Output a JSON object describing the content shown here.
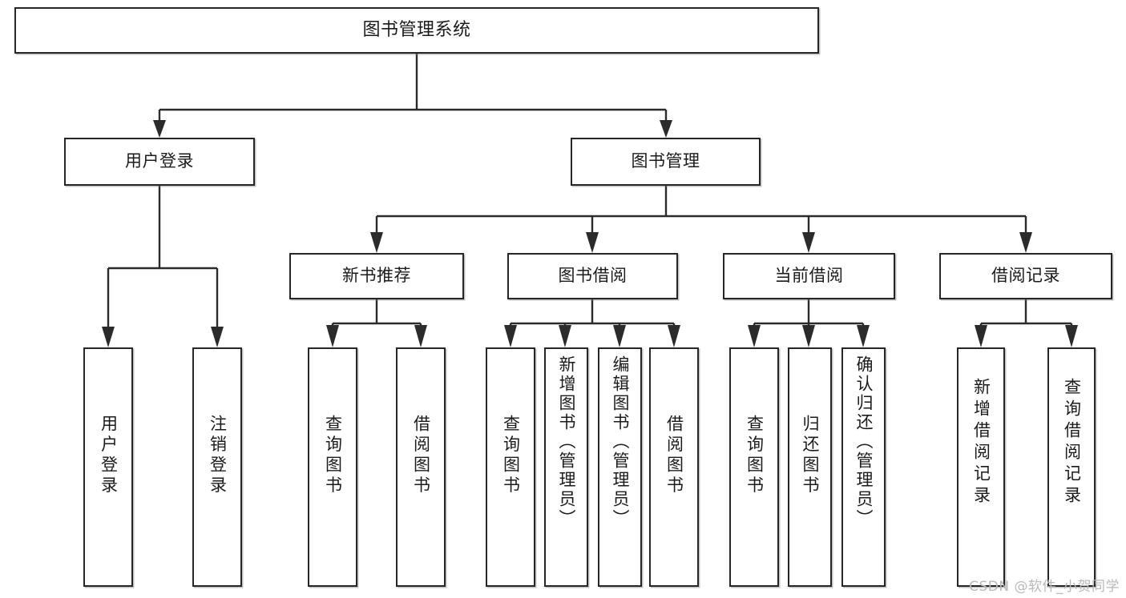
{
  "diagram": {
    "kind": "functional-structure-tree",
    "title": "图书管理系统",
    "watermark": "CSDN @软件_小贺同学",
    "nodes": {
      "root": {
        "label": "图书管理系统"
      },
      "user_login": {
        "label": "用户登录"
      },
      "book_manage": {
        "label": "图书管理"
      },
      "new_book_rec": {
        "label": "新书推荐"
      },
      "book_borrow": {
        "label": "图书借阅"
      },
      "current_borrow": {
        "label": "当前借阅"
      },
      "borrow_record": {
        "label": "借阅记录"
      },
      "leaf_user_login": {
        "label": "用户登录"
      },
      "leaf_logout": {
        "label": "注销登录"
      },
      "leaf_query_book_1": {
        "label": "查询图书"
      },
      "leaf_borrow_book_1": {
        "label": "借阅图书"
      },
      "leaf_query_book_2": {
        "label": "查询图书"
      },
      "leaf_add_book": {
        "label": "新增图书（管理员）"
      },
      "leaf_edit_book": {
        "label": "编辑图书（管理员）"
      },
      "leaf_borrow_book_2": {
        "label": "借阅图书"
      },
      "leaf_query_book_3": {
        "label": "查询图书"
      },
      "leaf_return_book": {
        "label": "归还图书"
      },
      "leaf_confirm_return": {
        "label": "确认归还（管理员）"
      },
      "leaf_add_record": {
        "label": "新增借阅记录"
      },
      "leaf_query_record": {
        "label": "查询借阅记录"
      }
    },
    "tree": {
      "label": "图书管理系统",
      "children": [
        {
          "label": "用户登录",
          "children": [
            {
              "label": "用户登录"
            },
            {
              "label": "注销登录"
            }
          ]
        },
        {
          "label": "图书管理",
          "children": [
            {
              "label": "新书推荐",
              "children": [
                {
                  "label": "查询图书"
                },
                {
                  "label": "借阅图书"
                }
              ]
            },
            {
              "label": "图书借阅",
              "children": [
                {
                  "label": "查询图书"
                },
                {
                  "label": "新增图书（管理员）"
                },
                {
                  "label": "编辑图书（管理员）"
                },
                {
                  "label": "借阅图书"
                }
              ]
            },
            {
              "label": "当前借阅",
              "children": [
                {
                  "label": "查询图书"
                },
                {
                  "label": "归还图书"
                },
                {
                  "label": "确认归还（管理员）"
                }
              ]
            },
            {
              "label": "借阅记录",
              "children": [
                {
                  "label": "新增借阅记录"
                },
                {
                  "label": "查询借阅记录"
                }
              ]
            }
          ]
        }
      ]
    },
    "colors": {
      "stroke": "#262626",
      "fill": "#ffffff",
      "text": "#1b1b1b",
      "watermark": "#b9b9b9"
    }
  }
}
